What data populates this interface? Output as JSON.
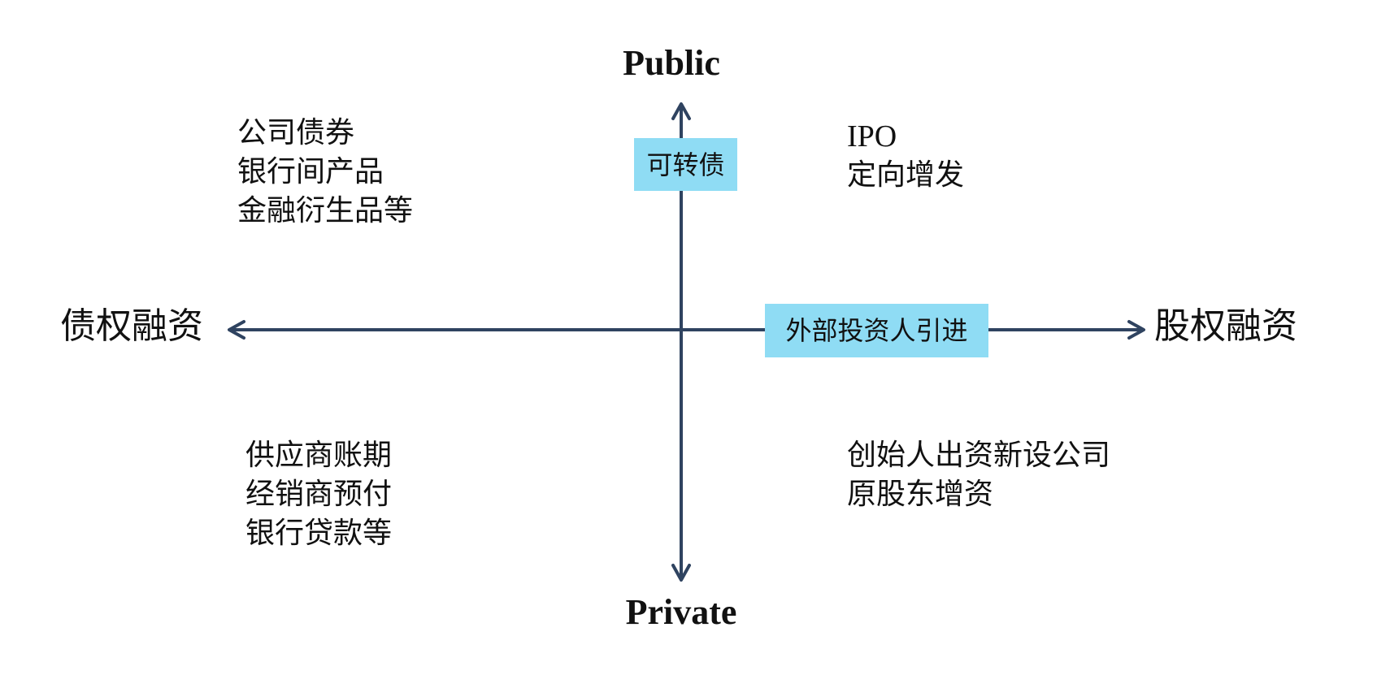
{
  "axes": {
    "top": "Public",
    "bottom": "Private",
    "left": "债权融资",
    "right": "股权融资"
  },
  "quadrants": {
    "top_left": [
      "公司债券",
      "银行间产品",
      "金融衍生品等"
    ],
    "top_right": [
      "IPO",
      "定向增发"
    ],
    "bottom_left": [
      "供应商账期",
      "经销商预付",
      "银行贷款等"
    ],
    "bottom_right": [
      "创始人出资新设公司",
      "原股东增资"
    ]
  },
  "highlights": {
    "vertical_axis": "可转债",
    "horizontal_axis": "外部投资人引进"
  },
  "colors": {
    "axis": "#2f4360",
    "highlight": "#8fdcf4",
    "text": "#111111"
  }
}
